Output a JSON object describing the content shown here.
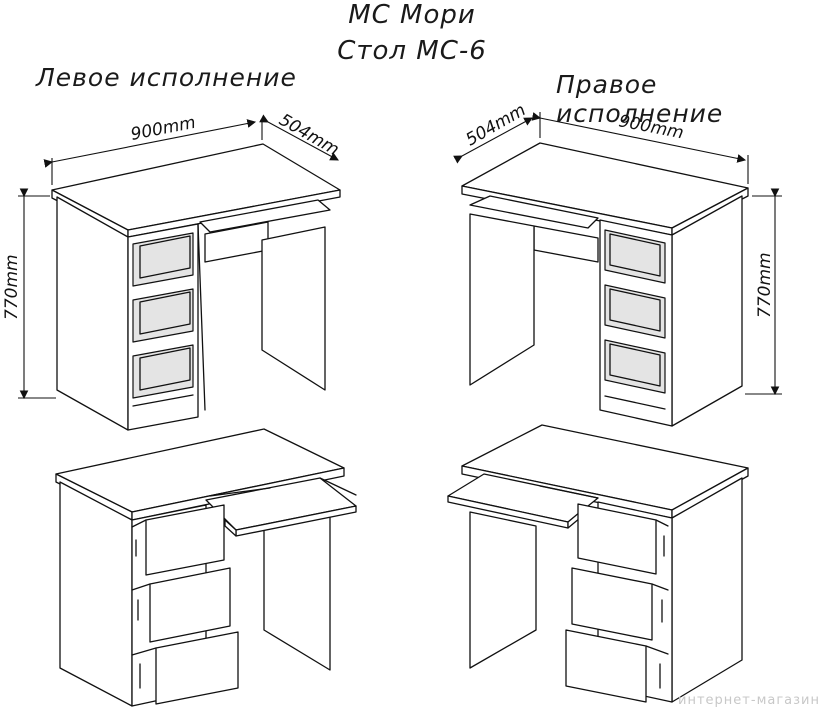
{
  "header": {
    "brand_line": "МС Мори",
    "model_line": "Стол МС-6"
  },
  "variants": {
    "left_label": "Левое исполнение",
    "right_label": "Правое исполнение"
  },
  "dimensions": {
    "width": "900mm",
    "depth": "504mm",
    "height": "770mm"
  },
  "watermark": "интернет-магазин"
}
